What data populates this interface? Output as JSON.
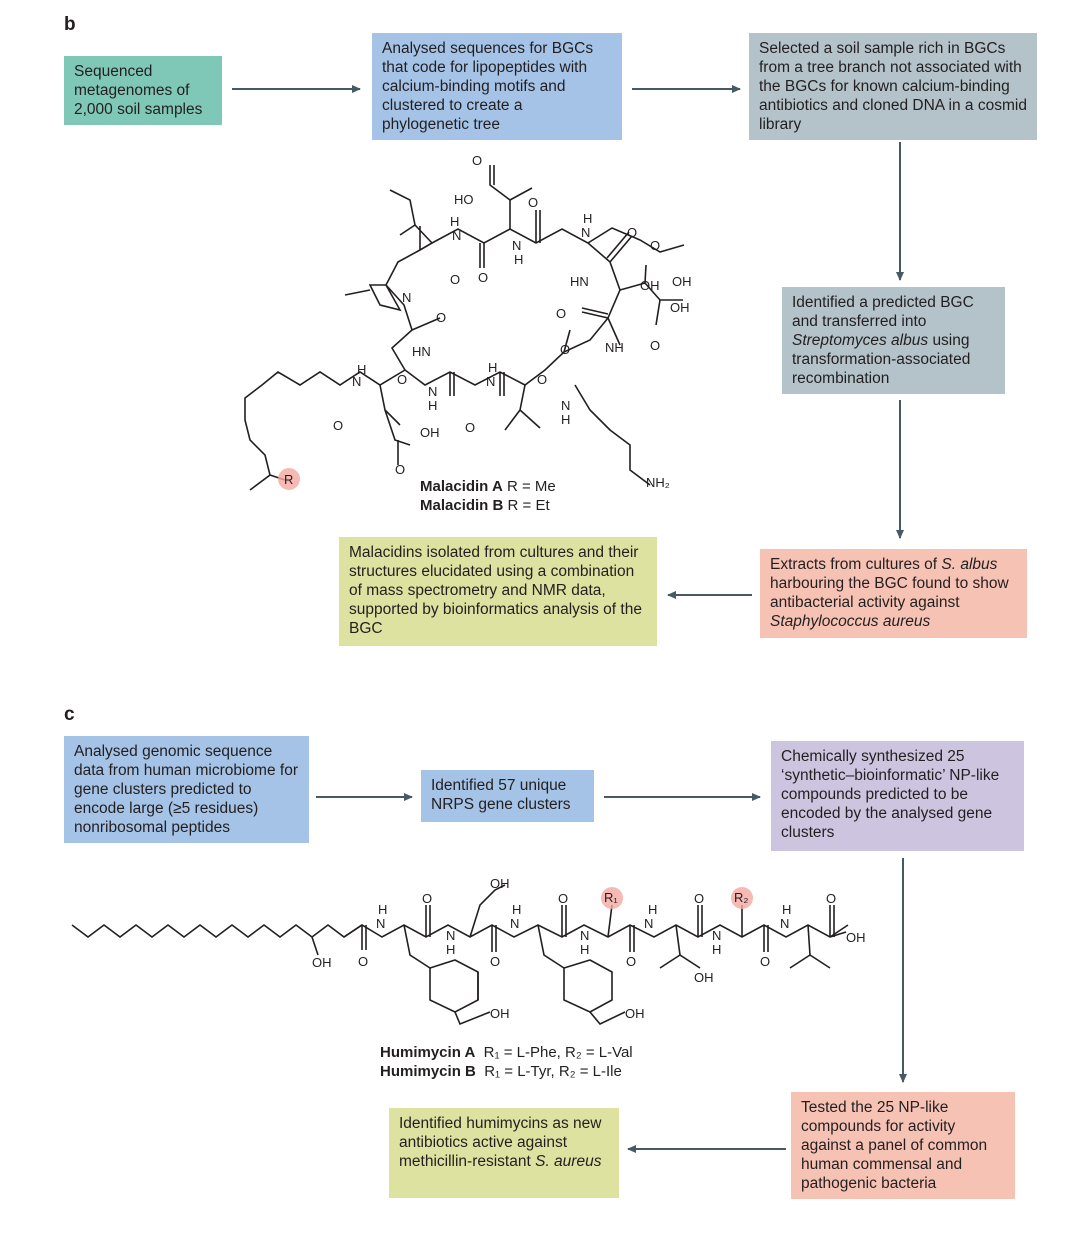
{
  "panel_b": {
    "letter": "b",
    "box_sequenced": "Sequenced metagenomes of 2,000 soil samples",
    "box_analysed": "Analysed sequences for BGCs that code for lipopeptides with calcium-binding motifs and clustered to create a phylogenetic tree",
    "box_selected": "Selected a soil sample rich in BGCs from a tree branch not associated with the BGCs for known calcium-binding antibiotics and cloned DNA in a cosmid library",
    "box_identified_1": "Identified a predicted BGC and transferred into",
    "box_identified_species": "Streptomyces albus",
    "box_identified_2": "using transformation-associated recombination",
    "box_extracts_1": "Extracts from cultures of",
    "box_extracts_species": "S. albus",
    "box_extracts_2": "harbouring the BGC found to show antibacterial activity against",
    "box_extracts_species2": "Staphylococcus aureus",
    "box_malacidins": "Malacidins isolated from cultures and their structures elucidated using a combination of mass spectrometry and NMR data, supported by bioinformatics analysis of the BGC",
    "compound_a_name": "Malacidin A",
    "compound_a_r": "R = Me",
    "compound_b_name": "Malacidin B",
    "compound_b_r": "R = Et"
  },
  "panel_c": {
    "letter": "c",
    "box_genomic": "Analysed genomic sequence data from human microbiome for gene clusters predicted to encode large (≥5 residues) nonribosomal peptides",
    "box_nrps": "Identified 57 unique NRPS gene clusters",
    "box_synth": "Chemically synthesized 25 ‘synthetic–bioinformatic’ NP-like compounds predicted to be encoded by the analysed gene clusters",
    "box_tested": "Tested the 25 NP-like compounds for activity against a panel of common human commensal and pathogenic bacteria",
    "box_humimycins_1": "Identified humimycins as new antibiotics active against methicillin-resistant",
    "box_humimycins_species": "S. aureus",
    "compound_a_name": "Humimycin A",
    "compound_a_r": "R₁ = L-Phe, R₂ = L-Val",
    "compound_b_name": "Humimycin B",
    "compound_b_r": "R₁ = L-Tyr, R₂ = L-Ile"
  },
  "chem_labels": {
    "o": "O",
    "ho": "HO",
    "oh": "OH",
    "nh": "NH",
    "hn": "HN",
    "h": "H",
    "n": "N",
    "nh2": "NH₂",
    "r": "R",
    "r1": "R₁",
    "r2": "R₂"
  },
  "colors": {
    "teal": "#7fc7b7",
    "blue": "#a4c3e6",
    "grey": "#b3c3c9",
    "salmon": "#f6c2b4",
    "olive": "#dde2a0",
    "purple": "#cdc5e0",
    "arrow": "#455a64",
    "highlight": "#f4a7a0"
  }
}
